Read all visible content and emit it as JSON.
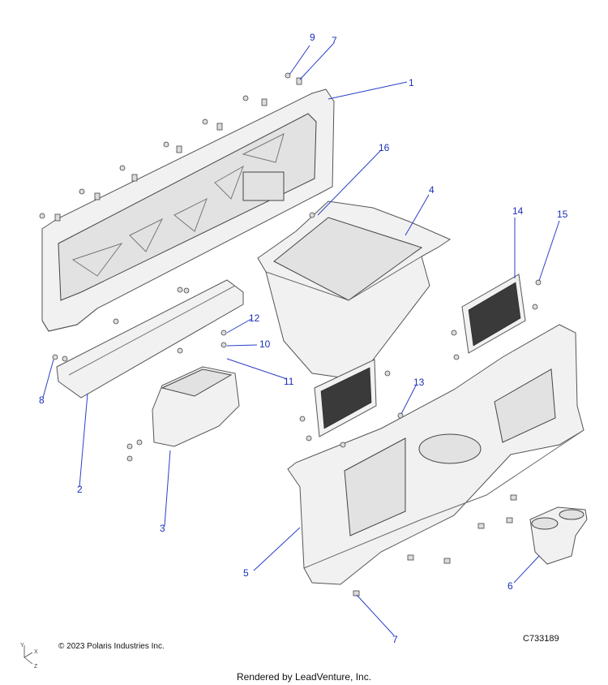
{
  "callouts": {
    "c1": "1",
    "c2": "2",
    "c3": "3",
    "c4": "4",
    "c5": "5",
    "c6": "6",
    "c7a": "7",
    "c7b": "7",
    "c8": "8",
    "c9": "9",
    "c10": "10",
    "c11": "11",
    "c12": "12",
    "c13": "13",
    "c14": "14",
    "c15": "15",
    "c16": "16"
  },
  "axes": {
    "x": "X",
    "y": "Y",
    "z": "Z"
  },
  "footer": {
    "copyright": "© 2023 Polaris Industries Inc.",
    "drawing_id": "C733189",
    "render_credit": "Rendered by LeadVenture, Inc."
  },
  "colors": {
    "callout": "#1a2fb8",
    "line_art": "#555555"
  }
}
